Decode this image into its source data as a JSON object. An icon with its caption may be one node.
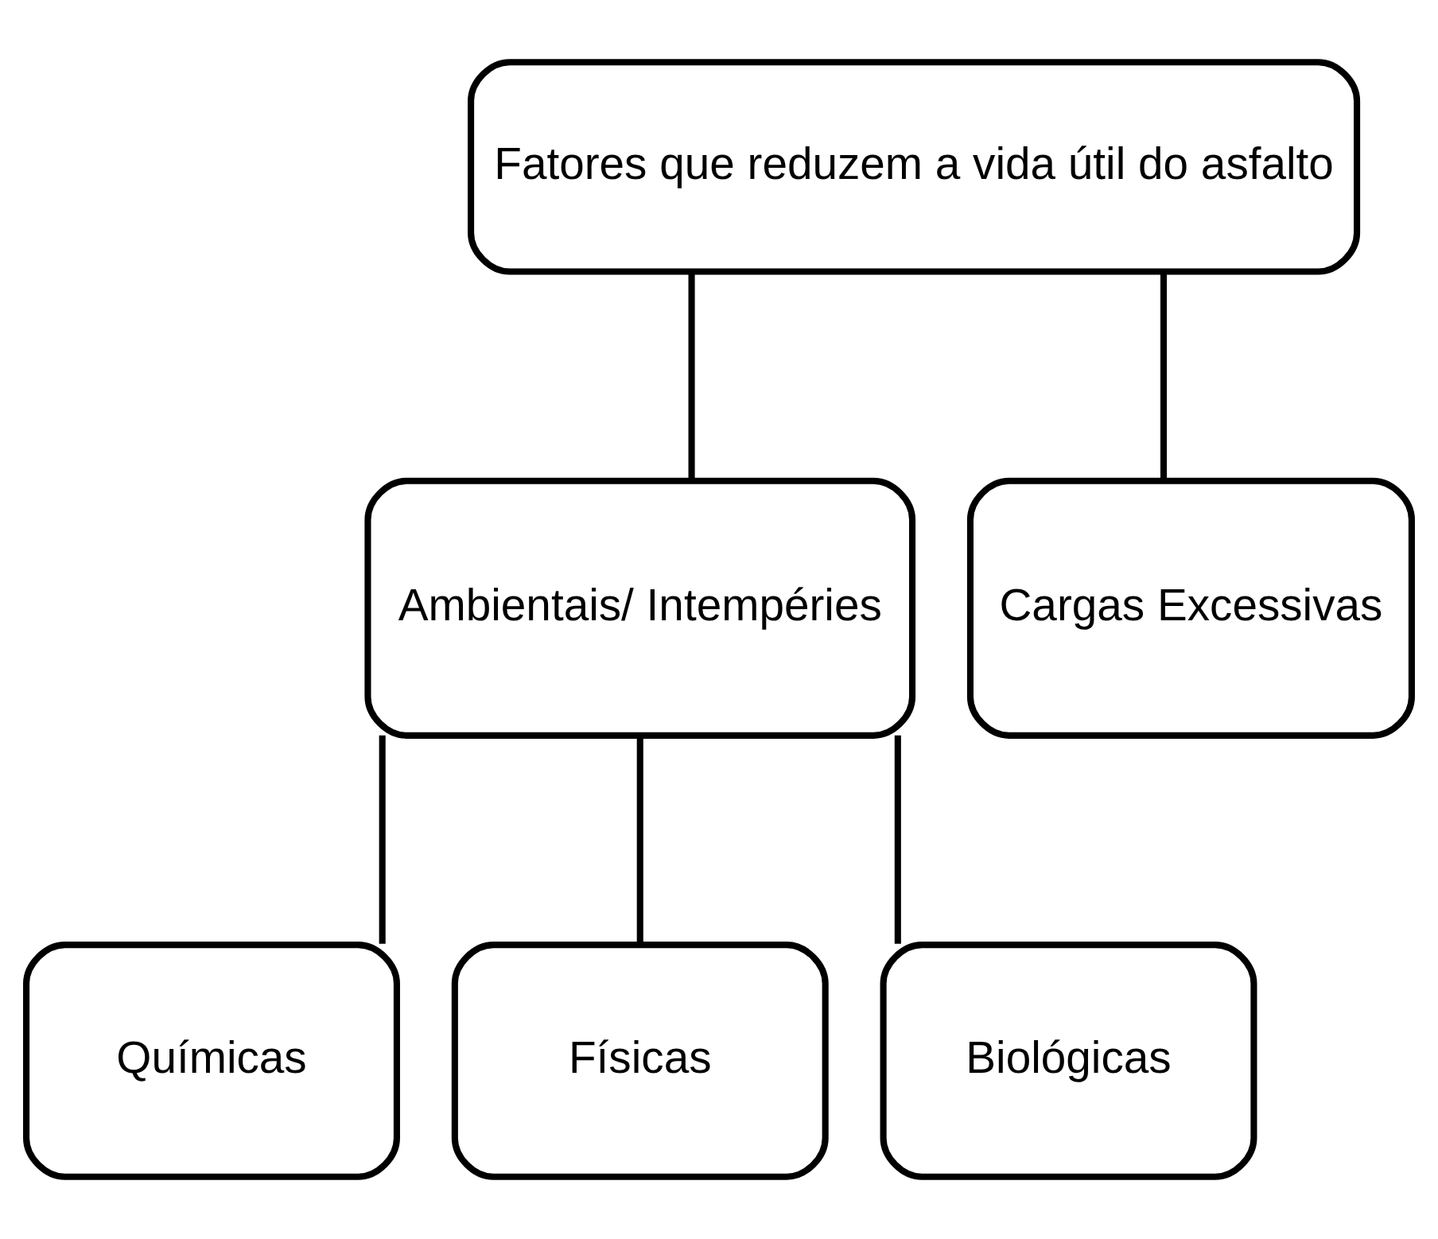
{
  "diagram": {
    "nodes": [
      {
        "text": [
          "Fatores que reduzem a vida útil do asfalto"
        ]
      },
      {
        "text": [
          "Ambientais/ Intempéries"
        ]
      },
      {
        "text": [
          "Cargas Excessivas"
        ]
      },
      {
        "text": [
          "Químicas"
        ]
      },
      {
        "text": [
          "Físicas"
        ]
      },
      {
        "text": [
          "Biológicas"
        ]
      }
    ],
    "edges": [
      {
        "from": 0,
        "to": 1,
        "arrow": "none"
      },
      {
        "from": 0,
        "to": 2,
        "arrow": "none"
      },
      {
        "from": 1,
        "to": 3,
        "arrow": "none"
      },
      {
        "from": 1,
        "to": 4,
        "arrow": "none"
      },
      {
        "from": 1,
        "to": 5,
        "arrow": "none"
      }
    ]
  }
}
